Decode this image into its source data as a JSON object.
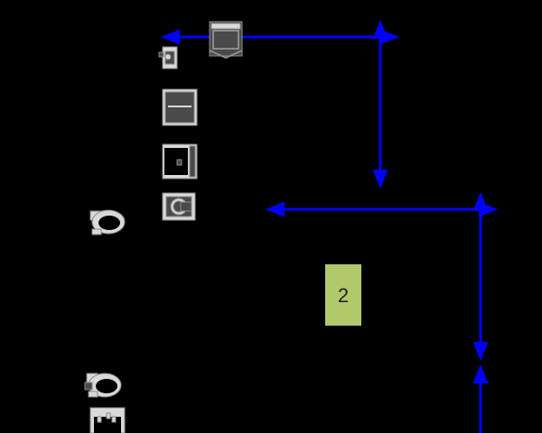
{
  "colors": {
    "background": "#000000",
    "dimension_line": "#0000ff",
    "fixture_stroke": "#8c8c8c",
    "fixture_fill": "#4a4a4a",
    "fixture_light": "#d9d9d9",
    "label_box": "#b0c96a",
    "label_text": "#222222"
  },
  "room": {
    "number": "2"
  },
  "fixtures": [
    {
      "name": "counter-sink-icon",
      "kind": "counter-sink"
    },
    {
      "name": "small-sink-icon",
      "kind": "small-sink"
    },
    {
      "name": "cabinet-icon",
      "kind": "cabinet"
    },
    {
      "name": "wall-unit-icon",
      "kind": "wall-unit"
    },
    {
      "name": "washer-icon",
      "kind": "washer"
    },
    {
      "name": "toilet-upper-icon",
      "kind": "toilet"
    },
    {
      "name": "toilet-lower-icon",
      "kind": "toilet"
    },
    {
      "name": "tub-icon",
      "kind": "tub"
    }
  ]
}
